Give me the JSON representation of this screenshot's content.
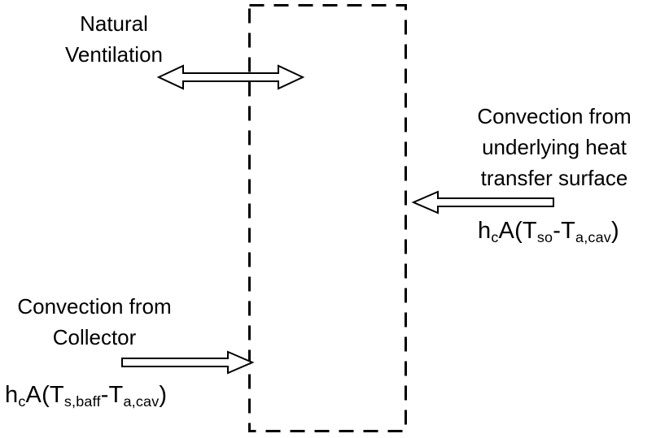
{
  "colors": {
    "ink": "#000000",
    "background": "#ffffff"
  },
  "labels": {
    "natural_ventilation": "Natural\nVentilation",
    "convection_underlying": "Convection from\nunderlying heat\ntransfer surface",
    "convection_collector": "Convection from\nCollector"
  },
  "formulas": {
    "underlying": {
      "h": "h",
      "c_sub": "c",
      "mid1": "A(T",
      "so_sub": "so",
      "mid2": "-T",
      "acav_sub": "a,cav",
      "close": ")"
    },
    "collector": {
      "h": "h",
      "c_sub": "c",
      "mid1": "A(T",
      "sbaff_sub": "s,baff",
      "mid2": "-T",
      "acav_sub": "a,cav",
      "close": ")"
    }
  },
  "icons": {
    "boundary": "dashed-control-volume-boundary",
    "top_arrow": "double-headed-arrow",
    "right_arrow": "left-pointing-arrow",
    "bottom_arrow": "right-pointing-arrow"
  }
}
